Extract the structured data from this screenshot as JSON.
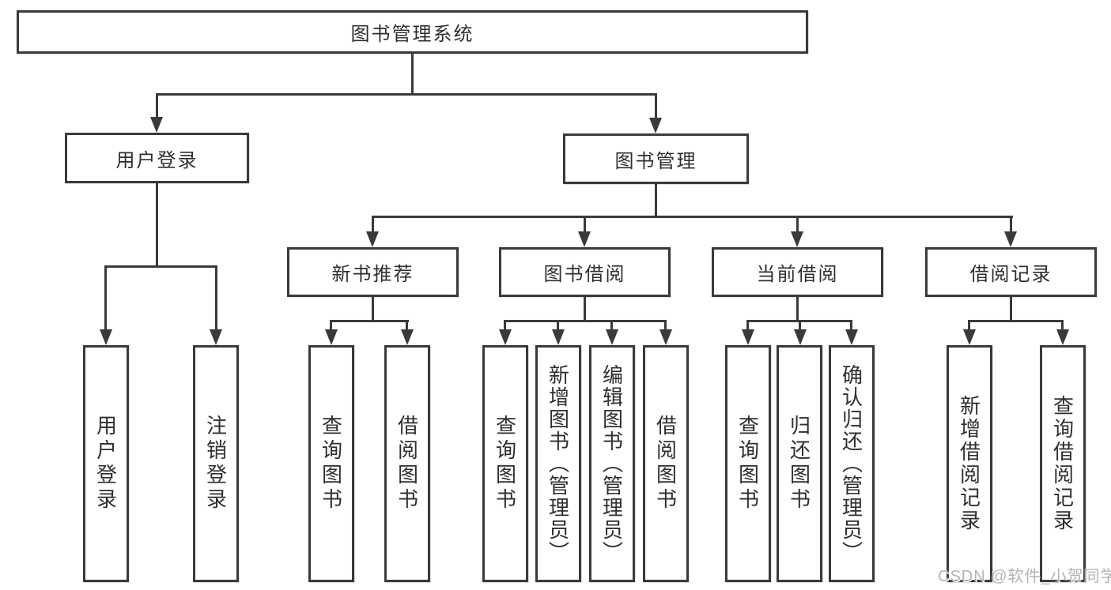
{
  "watermark": "CSDN @软件_小贺同学",
  "colors": {
    "line": "#3a3a3a",
    "text": "#2f2f2f",
    "box_background": "#ffffff",
    "watermark": "#b3b3b3"
  },
  "nodes": {
    "root": "图书管理系统",
    "user_login": "用户登录",
    "book_mgmt": "图书管理",
    "new_book_rec": "新书推荐",
    "book_borrow": "图书借阅",
    "current_borrow": "当前借阅",
    "borrow_records": "借阅记录",
    "user_login_leaf": "用户登录",
    "logout_leaf": "注销登录",
    "nbr_query": "查询图书",
    "nbr_borrow": "借阅图书",
    "bb_query": "查询图书",
    "bb_add": "新增图书（管理员）",
    "bb_edit": "编辑图书（管理员）",
    "bb_borrow": "借阅图书",
    "cb_query": "查询图书",
    "cb_return": "归还图书",
    "cb_confirm": "确认归还（管理员）",
    "br_add": "新增借阅记录",
    "br_query": "查询借阅记录"
  }
}
